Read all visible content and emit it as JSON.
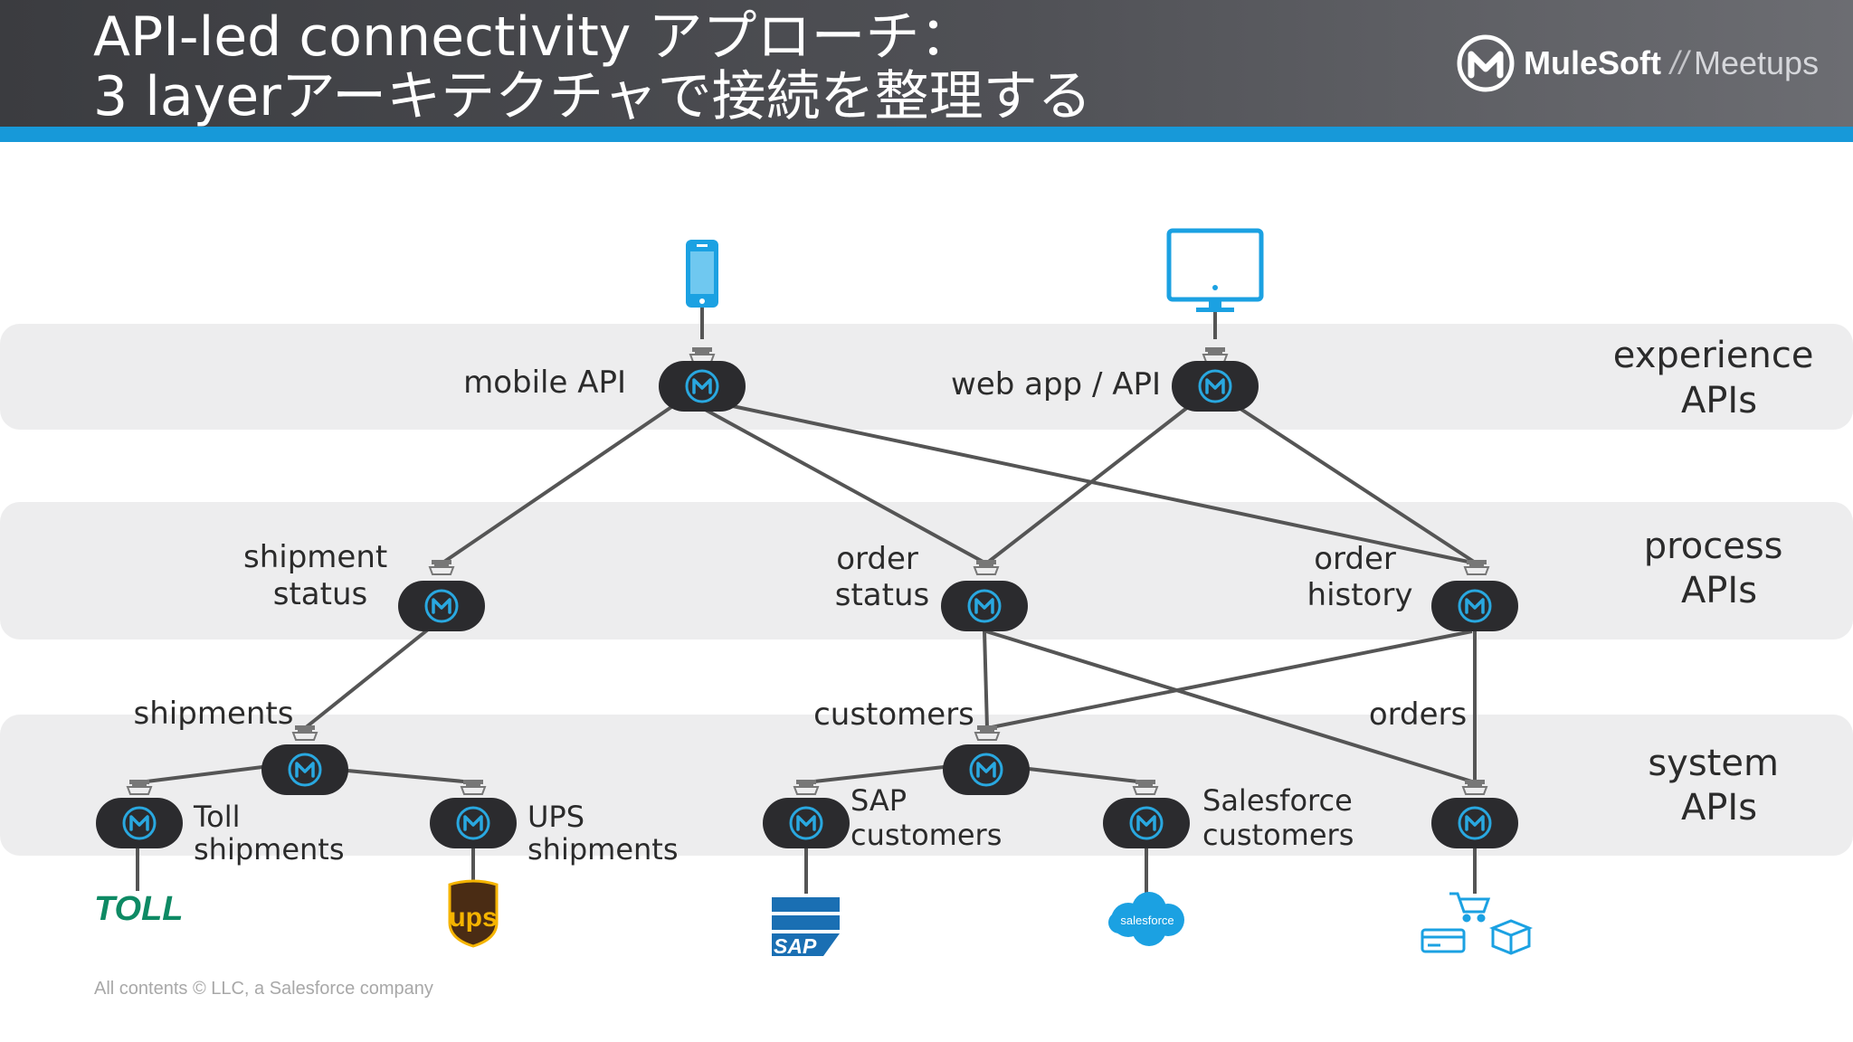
{
  "header": {
    "title_line1": "API-led connectivity アプローチ：",
    "title_line2": "3 layerアーキテクチャで接続を整理する",
    "logo_brand": "MuleSoft",
    "logo_separator": "//",
    "logo_sub": "Meetups"
  },
  "layers": {
    "experience": [
      "experience",
      "APIs"
    ],
    "process": [
      "process",
      "APIs"
    ],
    "system": [
      "system",
      "APIs"
    ]
  },
  "nodes": {
    "mobile_api": "mobile API",
    "web_app_api": "web app / API",
    "shipment_status": [
      "shipment",
      "status"
    ],
    "order_status": [
      "order",
      "status"
    ],
    "order_history": [
      "order",
      "history"
    ],
    "shipments": "shipments",
    "customers": "customers",
    "orders": "orders",
    "toll_shipments": [
      "Toll",
      "shipments"
    ],
    "ups_shipments": [
      "UPS",
      "shipments"
    ],
    "sap_customers": [
      "SAP",
      "customers"
    ],
    "salesforce_customers": [
      "Salesforce",
      "customers"
    ]
  },
  "logos": {
    "toll": "TOLL",
    "ups": "ups",
    "sap": "SAP",
    "salesforce": "salesforce"
  },
  "footer": {
    "text": "All contents © LLC, a Salesforce company"
  },
  "colors": {
    "accent": "#1799d9",
    "node": "#2b2b2e",
    "band": "#ededee",
    "line": "#555555",
    "toll_green": "#0e8a64",
    "ups_brown": "#4a2c14",
    "ups_gold": "#f5b400"
  }
}
